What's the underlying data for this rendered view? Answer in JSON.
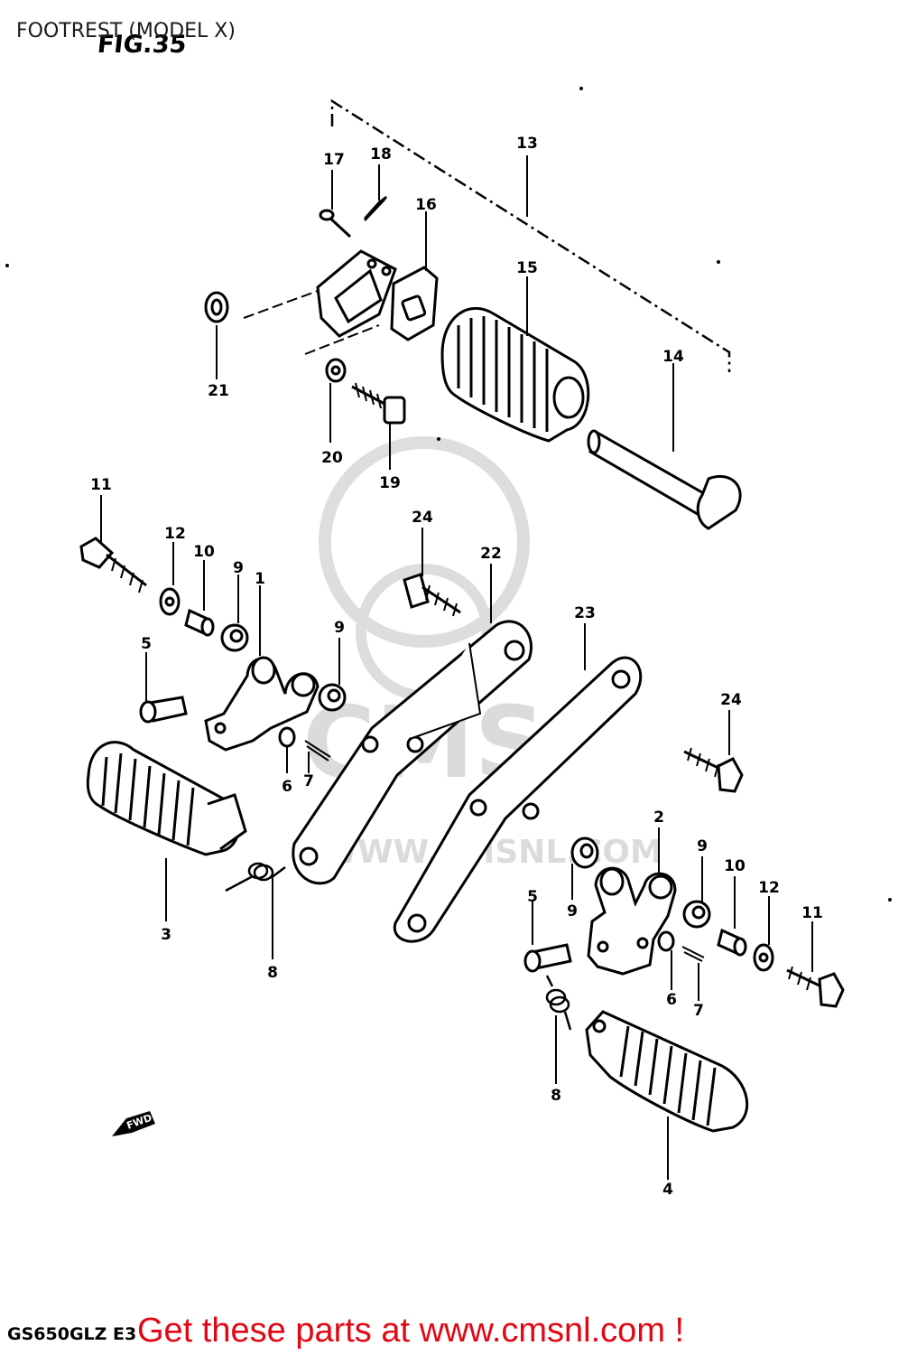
{
  "header": {
    "caption": "FOOTREST (MODEL X)",
    "figure_label": "FIG.35"
  },
  "footer": {
    "model_code": "GS650GLZ E3",
    "promo_text": "Get these parts at www.cmsnl.com !"
  },
  "watermark": {
    "text": "WWW.CMSNL.COM",
    "logo_text": "CMS"
  },
  "direction_marker": "FWD",
  "callouts": {
    "c1": "1",
    "c2": "2",
    "c3": "3",
    "c4": "4",
    "c5a": "5",
    "c5b": "5",
    "c6a": "6",
    "c6b": "6",
    "c7a": "7",
    "c7b": "7",
    "c8a": "8",
    "c8b": "8",
    "c9a": "9",
    "c9b": "9",
    "c9c": "9",
    "c9d": "9",
    "c10a": "10",
    "c10b": "10",
    "c11a": "11",
    "c11b": "11",
    "c12a": "12",
    "c12b": "12",
    "c13": "13",
    "c14": "14",
    "c15": "15",
    "c16": "16",
    "c17": "17",
    "c18": "18",
    "c19": "19",
    "c20": "20",
    "c21": "21",
    "c22": "22",
    "c23": "23",
    "c24a": "24",
    "c24b": "24"
  }
}
